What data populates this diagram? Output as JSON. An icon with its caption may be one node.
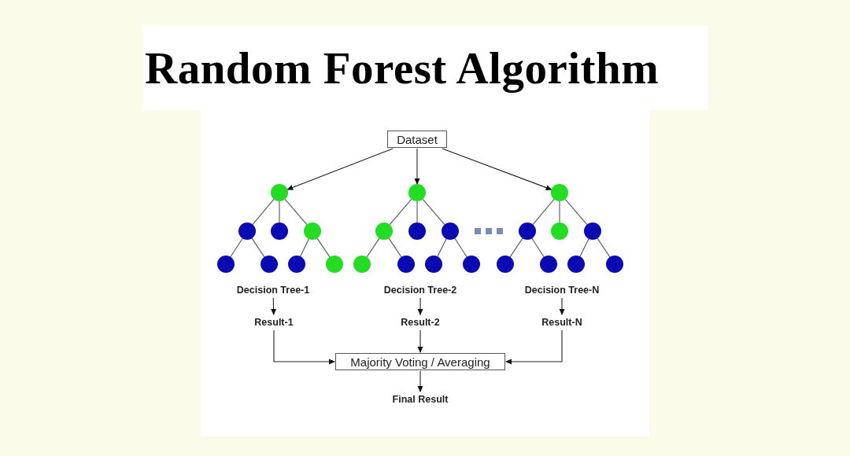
{
  "diagram": {
    "title": "Random Forest Algorithm",
    "nodes": [
      {
        "text": [
          "Dataset"
        ]
      },
      {
        "text": [],
        "shape": "circle"
      },
      {
        "text": [],
        "shape": "circle"
      },
      {
        "text": [],
        "shape": "circle"
      },
      {
        "text": [],
        "shape": "circle"
      },
      {
        "text": [],
        "shape": "circle"
      },
      {
        "text": [],
        "shape": "circle"
      },
      {
        "text": [],
        "shape": "circle"
      },
      {
        "text": [],
        "shape": "circle"
      },
      {
        "text": [],
        "shape": "circle"
      },
      {
        "text": [],
        "shape": "circle"
      },
      {
        "text": [],
        "shape": "circle"
      },
      {
        "text": [],
        "shape": "circle"
      },
      {
        "text": [],
        "shape": "circle"
      },
      {
        "text": [],
        "shape": "circle"
      },
      {
        "text": [],
        "shape": "circle"
      },
      {
        "text": [],
        "shape": "circle"
      },
      {
        "text": [],
        "shape": "circle"
      },
      {
        "text": [],
        "shape": "circle"
      },
      {
        "text": [],
        "shape": "circle"
      },
      {
        "text": [],
        "shape": "circle"
      },
      {
        "text": [],
        "shape": "circle"
      },
      {
        "text": [],
        "shape": "circle"
      },
      {
        "text": [],
        "shape": "circle"
      },
      {
        "text": [],
        "shape": "circle"
      },
      {
        "text": [
          "Decision Tree-1"
        ]
      },
      {
        "text": [
          "Decision Tree-2"
        ]
      },
      {
        "text": [
          "Decision Tree-N"
        ]
      },
      {
        "text": [
          "Result-1"
        ]
      },
      {
        "text": [
          "Result-2"
        ]
      },
      {
        "text": [
          "Result-N"
        ]
      },
      {
        "text": [
          "Majority Voting / Averaging"
        ]
      },
      {
        "text": [
          "Final Result"
        ]
      }
    ],
    "edges": [
      {
        "from": 0,
        "to": 1,
        "arrow": "to"
      },
      {
        "from": 0,
        "to": 9,
        "arrow": "to"
      },
      {
        "from": 0,
        "to": 17,
        "arrow": "to"
      },
      {
        "from": 1,
        "to": 2,
        "arrow": "none"
      },
      {
        "from": 1,
        "to": 3,
        "arrow": "none"
      },
      {
        "from": 1,
        "to": 4,
        "arrow": "none"
      },
      {
        "from": 2,
        "to": 5,
        "arrow": "none"
      },
      {
        "from": 2,
        "to": 6,
        "arrow": "none"
      },
      {
        "from": 4,
        "to": 7,
        "arrow": "none"
      },
      {
        "from": 4,
        "to": 8,
        "arrow": "none"
      },
      {
        "from": 9,
        "to": 10,
        "arrow": "none"
      },
      {
        "from": 9,
        "to": 11,
        "arrow": "none"
      },
      {
        "from": 9,
        "to": 12,
        "arrow": "none"
      },
      {
        "from": 10,
        "to": 13,
        "arrow": "none"
      },
      {
        "from": 10,
        "to": 14,
        "arrow": "none"
      },
      {
        "from": 12,
        "to": 15,
        "arrow": "none"
      },
      {
        "from": 12,
        "to": 16,
        "arrow": "none"
      },
      {
        "from": 17,
        "to": 18,
        "arrow": "none"
      },
      {
        "from": 17,
        "to": 19,
        "arrow": "none"
      },
      {
        "from": 17,
        "to": 20,
        "arrow": "none"
      },
      {
        "from": 18,
        "to": 21,
        "arrow": "none"
      },
      {
        "from": 18,
        "to": 22,
        "arrow": "none"
      },
      {
        "from": 20,
        "to": 23,
        "arrow": "none"
      },
      {
        "from": 20,
        "to": 24,
        "arrow": "none"
      },
      {
        "from": 25,
        "to": 28,
        "arrow": "to"
      },
      {
        "from": 26,
        "to": 29,
        "arrow": "to"
      },
      {
        "from": 27,
        "to": 30,
        "arrow": "to"
      },
      {
        "from": 28,
        "to": 31,
        "arrow": "to"
      },
      {
        "from": 29,
        "to": 31,
        "arrow": "to"
      },
      {
        "from": 30,
        "to": 31,
        "arrow": "to"
      },
      {
        "from": 31,
        "to": 32,
        "arrow": "to"
      }
    ]
  }
}
